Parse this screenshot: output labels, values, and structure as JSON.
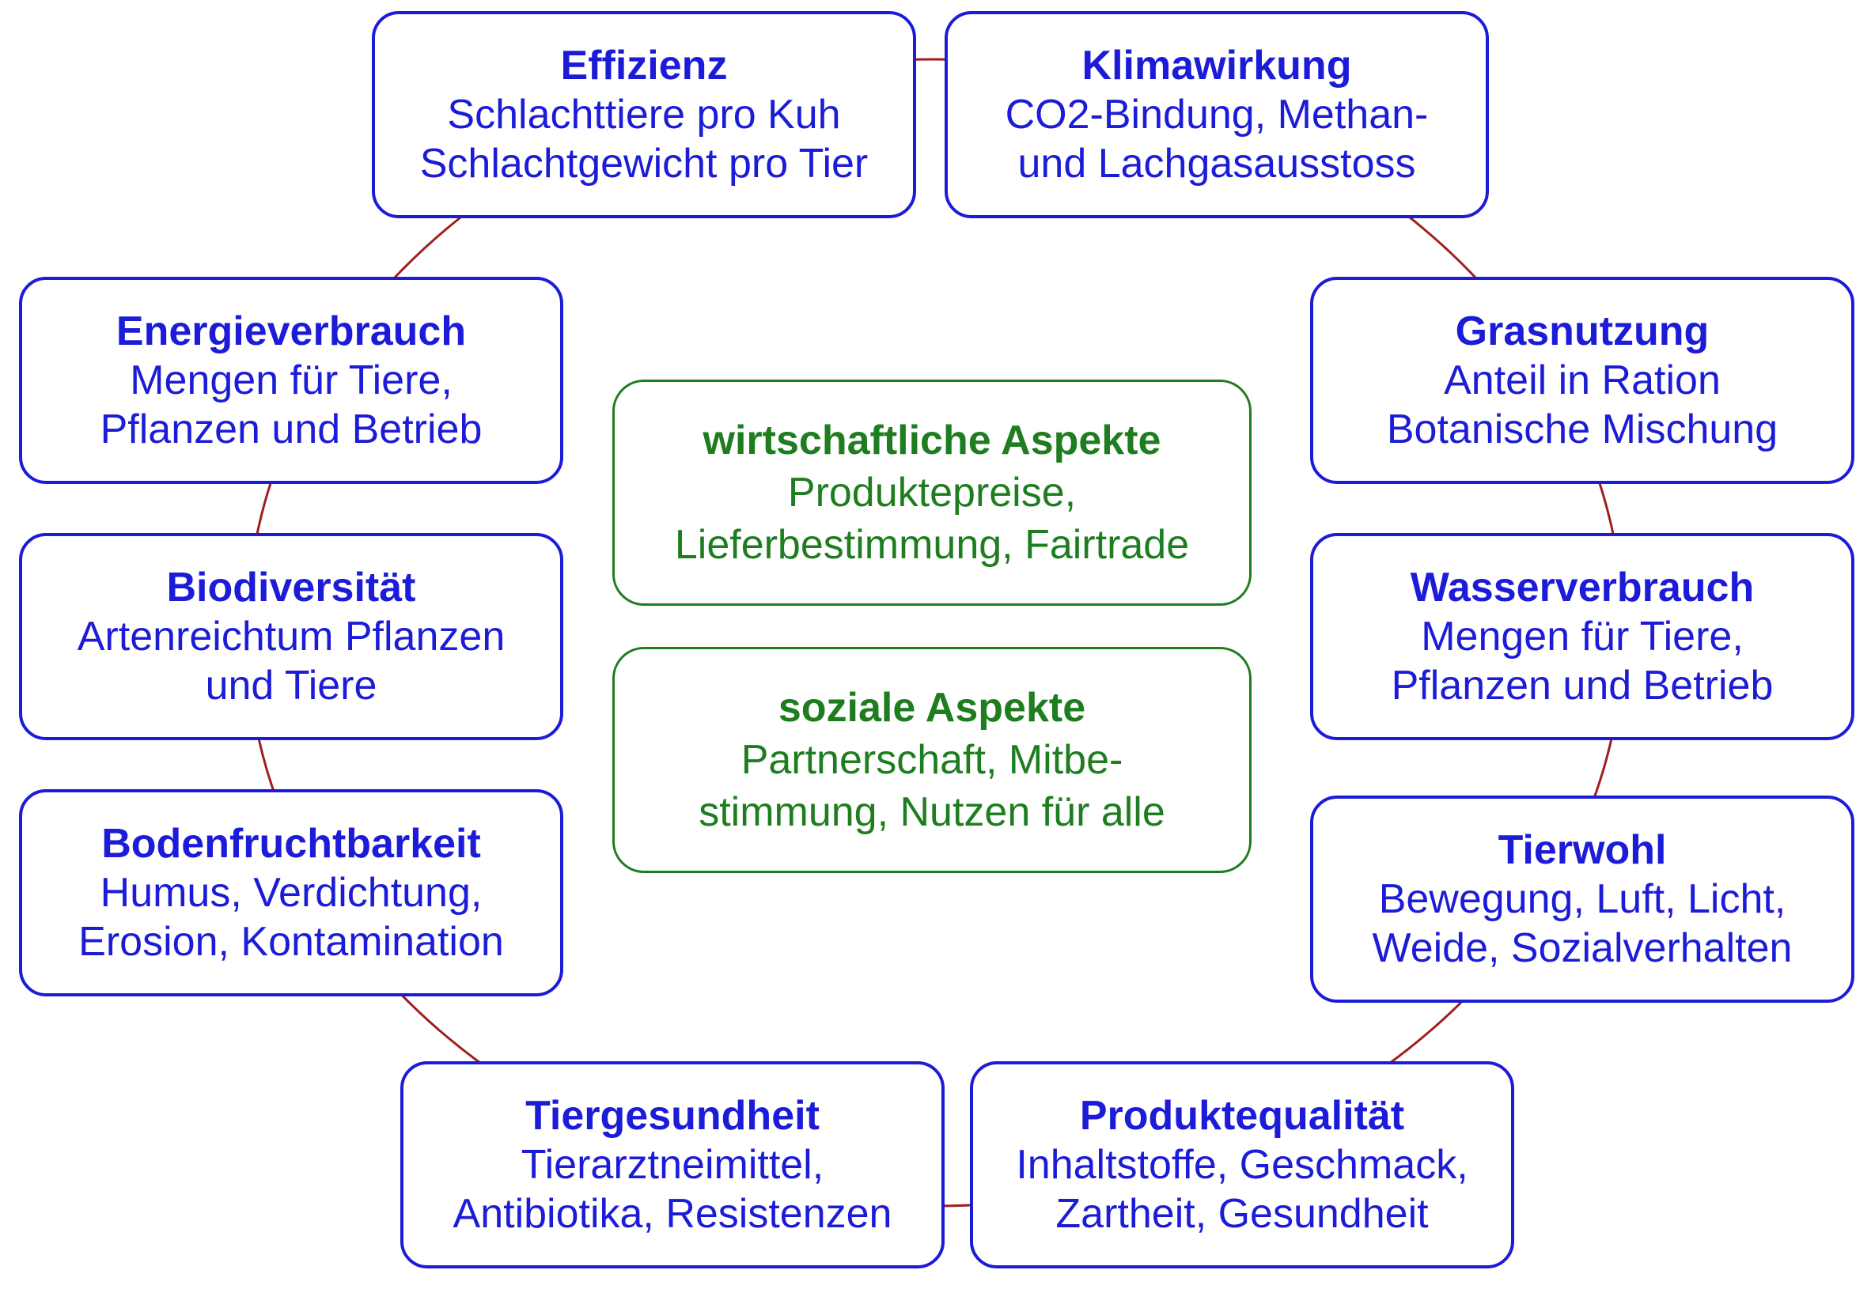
{
  "colors": {
    "indicator": "#1c1cd8",
    "aspect": "#1e7d1e",
    "ring": "#a01e1e"
  },
  "indicators": [
    {
      "title": "Effizienz",
      "lines": [
        "Schlachttiere pro Kuh",
        "Schlachtgewicht pro Tier"
      ]
    },
    {
      "title": "Klimawirkung",
      "lines": [
        "CO2-Bindung, Methan-",
        "und Lachgasausstoss"
      ]
    },
    {
      "title": "Grasnutzung",
      "lines": [
        "Anteil in Ration",
        "Botanische Mischung"
      ]
    },
    {
      "title": "Wasserverbrauch",
      "lines": [
        "Mengen für Tiere,",
        "Pflanzen und Betrieb"
      ]
    },
    {
      "title": "Tierwohl",
      "lines": [
        "Bewegung, Luft, Licht,",
        "Weide, Sozialverhalten"
      ]
    },
    {
      "title": "Produktequalität",
      "lines": [
        "Inhaltstoffe, Geschmack,",
        "Zartheit, Gesundheit"
      ]
    },
    {
      "title": "Tiergesundheit",
      "lines": [
        "Tierarztneimittel,",
        "Antibiotika, Resistenzen"
      ]
    },
    {
      "title": "Bodenfruchtbarkeit",
      "lines": [
        "Humus, Verdichtung,",
        "Erosion, Kontamination"
      ]
    },
    {
      "title": "Biodiversität",
      "lines": [
        "Artenreichtum Pflanzen",
        "und Tiere"
      ]
    },
    {
      "title": "Energieverbrauch",
      "lines": [
        "Mengen für Tiere,",
        "Pflanzen und Betrieb"
      ]
    }
  ],
  "aspects": [
    {
      "title": "wirtschaftliche Aspekte",
      "lines": [
        "Produktepreise,",
        "Lieferbestimmung, Fairtrade"
      ]
    },
    {
      "title": "soziale Aspekte",
      "lines": [
        "Partnerschaft, Mitbe-",
        "stimmung, Nutzen für alle"
      ]
    }
  ]
}
